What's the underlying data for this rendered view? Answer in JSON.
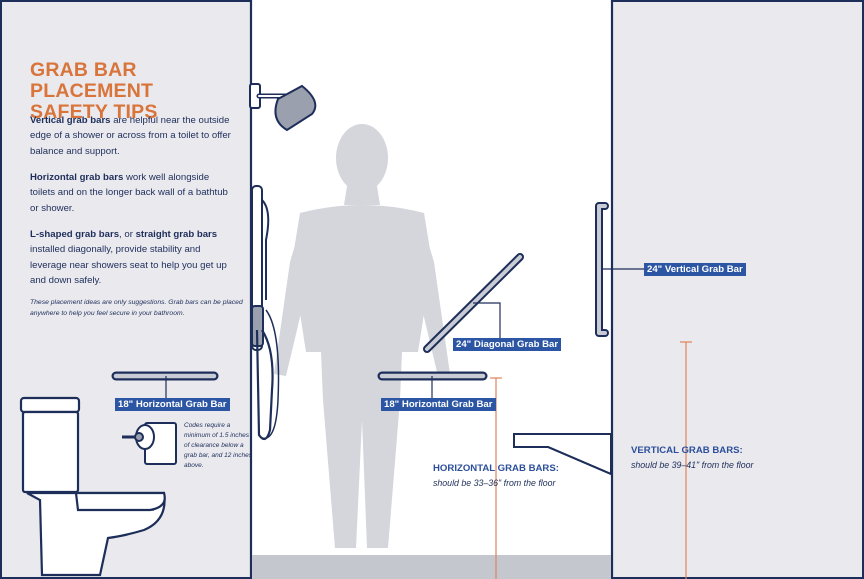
{
  "title": {
    "line1": "GRAB BAR PLACEMENT",
    "line2": "SAFETY TIPS"
  },
  "tips": [
    {
      "bold": "Vertical grab bars",
      "rest": " are helpful near the outside edge of a shower or across from a toilet to offer balance and support."
    },
    {
      "bold": "Horizontal grab bars",
      "rest": " work well alongside toilets and on the longer back wall of a bathtub or shower."
    },
    {
      "bold": "L-shaped grab bars",
      "mid": ", or ",
      "bold2": "straight grab bars",
      "rest": " installed diagonally, provide stability and leverage near showers seat to help you get up and down safely."
    }
  ],
  "note": "These placement ideas are only suggestions. Grab bars can be placed anywhere to help you feel secure in your bathroom.",
  "codes_note": "Codes require a minimum of 1.5 inches of clearance below a grab bar, and 12 inches above.",
  "labels": {
    "toilet_bar": "18\" Horizontal Grab Bar",
    "shower_horizontal": "18\" Horizontal Grab Bar",
    "diagonal": "24\" Diagonal Grab Bar",
    "vertical": "24\" Vertical Grab Bar"
  },
  "horizontal_rule": {
    "heading": "HORIZONTAL GRAB BARS:",
    "text": "should be 33–36\" from the floor"
  },
  "vertical_rule": {
    "heading": "VERTICAL GRAB BARS:",
    "text": "should be 39–41\" from the floor"
  },
  "colors": {
    "background": "#e9e9ee",
    "shower": "#ffffff",
    "outline": "#1e2e5a",
    "title": "#d9743a",
    "label_bg": "#2c56a4",
    "measure": "#e0835a",
    "silhouette": "#d4d6dc"
  }
}
